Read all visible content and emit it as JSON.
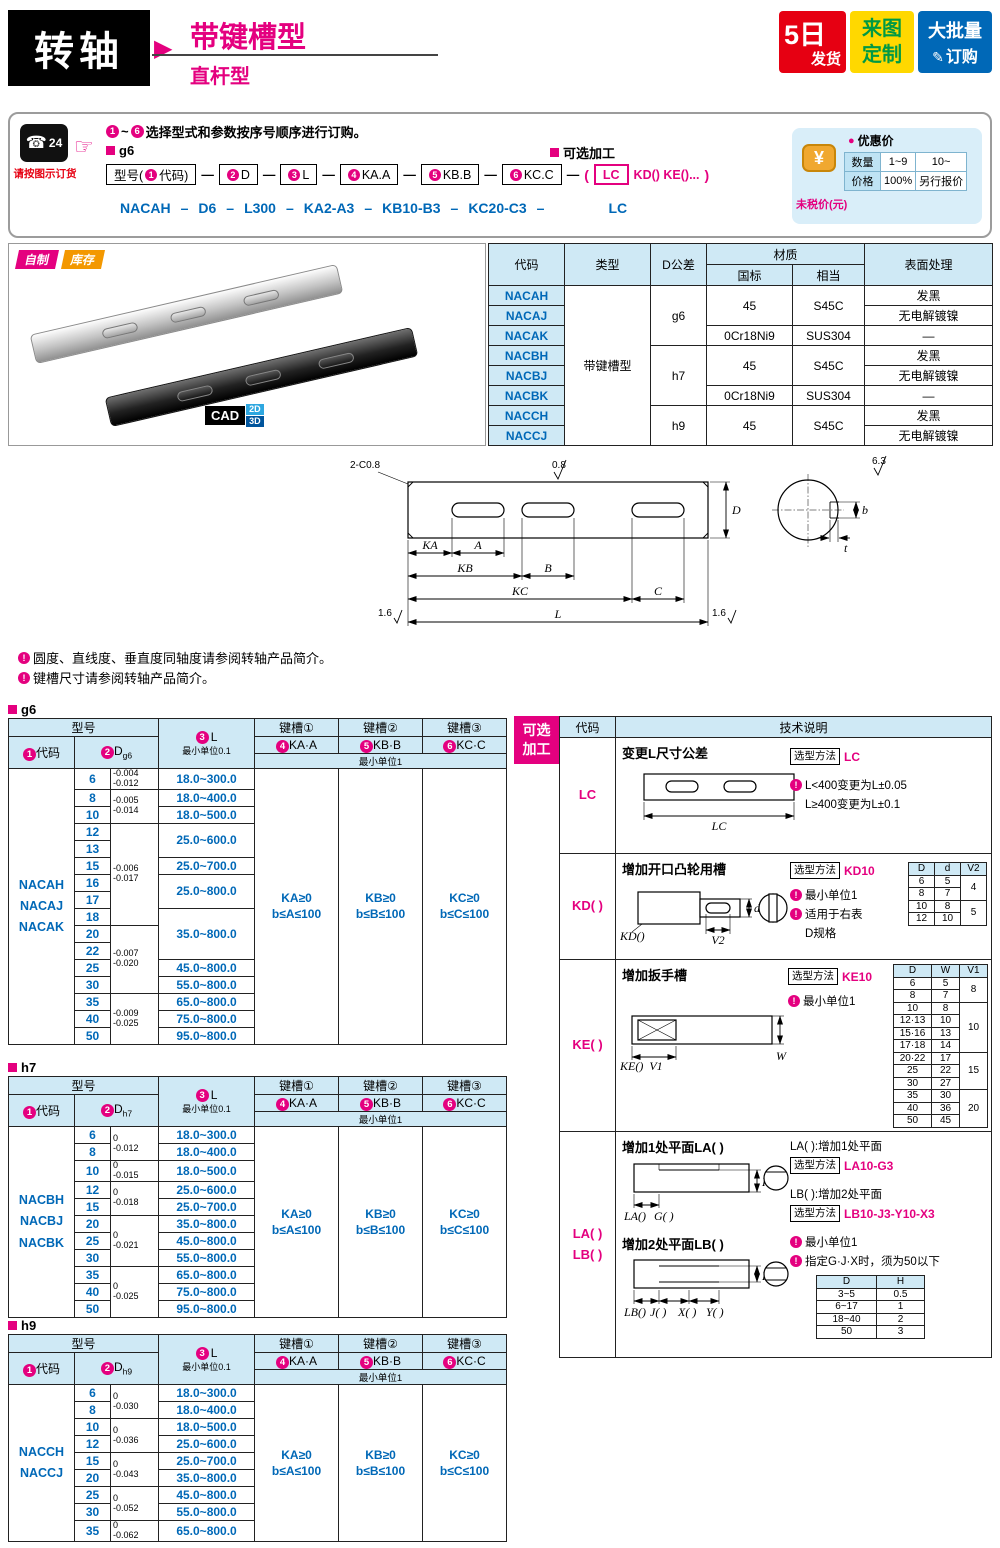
{
  "icons": {
    "arrow_right": "▶",
    "pointer_hand": "☞",
    "phone": "☎",
    "pen": "✎",
    "dot": "●",
    "note": "!"
  },
  "header": {
    "category": "转轴",
    "title": "带键槽型",
    "subtitle": "直杆型",
    "badge_ship_big": "5日",
    "badge_ship_small": "发货",
    "badge_custom_1": "来图",
    "badge_custom_2": "定制",
    "badge_bulk_1": "大批量",
    "badge_bulk_2": "订购"
  },
  "ordering": {
    "phone_24": "24",
    "phone_label": "请按图示订货",
    "ins_num_1": "1",
    "ins_num_2": "6",
    "ins_tilde": "~",
    "instruction": "选择型式和参数按序号顺序进行订购。",
    "g6_label": "g6",
    "optional_label": "可选加工",
    "boxes": [
      {
        "pre": "型号(",
        "num": "1",
        "post": "代码)"
      },
      {
        "num": "2",
        "post": "D"
      },
      {
        "num": "3",
        "post": "L"
      },
      {
        "num": "4",
        "post": "KA.A"
      },
      {
        "num": "5",
        "post": "KB.B"
      },
      {
        "num": "6",
        "post": "KC.C"
      }
    ],
    "dash": "—",
    "paren_open": "(",
    "paren_close": ")",
    "lc_box": "LC",
    "kdke": "KD()  KE()...",
    "example": [
      "NACAH",
      "D6",
      "L300",
      "KA2-A3",
      "KB10-B3",
      "KC20-C3",
      "LC"
    ],
    "example_dash": "–",
    "price": {
      "coin": "¥",
      "title": "优惠价",
      "qty_label": "数量",
      "qty_1": "1~9",
      "qty_2": "10~",
      "price_label": "价格",
      "price_1": "100%",
      "price_2": "另行报价",
      "note": "未税价(元)"
    }
  },
  "product": {
    "badge_self": "自制",
    "badge_stock": "库存",
    "cad": "CAD",
    "cad_2d": "2D",
    "cad_3d": "3D"
  },
  "spec": {
    "h_code": "代码",
    "h_type": "类型",
    "h_tol": "D公差",
    "h_mat": "材质",
    "h_gb": "国标",
    "h_eq": "相当",
    "h_surface": "表面处理",
    "type_value": "带键槽型",
    "rows": [
      {
        "code": "NACAH",
        "surface": "发黑"
      },
      {
        "code": "NACAJ",
        "surface": "无电解镀镍"
      },
      {
        "code": "NACAK",
        "surface": "—"
      },
      {
        "code": "NACBH",
        "surface": "发黑"
      },
      {
        "code": "NACBJ",
        "surface": "无电解镀镍"
      },
      {
        "code": "NACBK",
        "surface": "—"
      },
      {
        "code": "NACCH",
        "surface": "发黑"
      },
      {
        "code": "NACCJ",
        "surface": "无电解镀镍"
      }
    ],
    "tol_groups": [
      {
        "start": 0,
        "span": 3,
        "tol": "g6"
      },
      {
        "start": 3,
        "span": 3,
        "tol": "h7"
      },
      {
        "start": 6,
        "span": 2,
        "tol": "h9"
      }
    ],
    "mat_groups": [
      {
        "start": 0,
        "span": 2,
        "gb": "45",
        "eq": "S45C"
      },
      {
        "start": 2,
        "span": 1,
        "gb": "0Cr18Ni9",
        "eq": "SUS304"
      },
      {
        "start": 3,
        "span": 2,
        "gb": "45",
        "eq": "S45C"
      },
      {
        "start": 5,
        "span": 1,
        "gb": "0Cr18Ni9",
        "eq": "SUS304"
      },
      {
        "start": 6,
        "span": 2,
        "gb": "45",
        "eq": "S45C"
      }
    ]
  },
  "drawing": {
    "chamfer": "2-C0.8",
    "ra_08": "0.8",
    "ra_63": "6.3",
    "ra_16_left": "1.6",
    "ra_16_right": "1.6",
    "dim_d": "D",
    "dim_b": "b",
    "dim_t": "t",
    "dim_ka": "KA",
    "dim_a": "A",
    "dim_kb": "KB",
    "dim_b2": "B",
    "dim_kc": "KC",
    "dim_c": "C",
    "dim_l": "L"
  },
  "notes": [
    "圆度、直线度、垂直度同轴度请参阅转轴产品简介。",
    "键槽尺寸请参阅转轴产品简介。"
  ],
  "dim_tables": [
    {
      "id": "g6",
      "section": "g6",
      "codes": [
        "NACAH",
        "NACAJ",
        "NACAK"
      ],
      "h_model": "型号",
      "h_code_num": "1",
      "h_code": "代码",
      "h_d_num": "2",
      "h_d": "D",
      "h_d_sub": "g6",
      "h_l_num": "3",
      "h_l": "L",
      "h_l_unit": "最小单位0.1",
      "h_key1": "键槽①",
      "h_key2": "键槽②",
      "h_key3": "键槽③",
      "h_ka_num": "4",
      "h_ka": "KA·A",
      "h_kb_num": "5",
      "h_kb": "KB·B",
      "h_kc_num": "6",
      "h_kc": "KC·C",
      "h_key_unit": "最小单位1",
      "ka_cell": [
        "KA≥0",
        "b≤A≤100"
      ],
      "kb_cell": [
        "KB≥0",
        "b≤B≤100"
      ],
      "kc_cell": [
        "KC≥0",
        "b≤C≤100"
      ],
      "rows": [
        {
          "d": "6",
          "tol": [
            "-0.004",
            "-0.012"
          ],
          "tolspan": 1,
          "l": "18.0~300.0",
          "lspan": 1
        },
        {
          "d": "8",
          "tol": [
            "-0.005",
            "-0.014"
          ],
          "tolspan": 2,
          "l": "18.0~400.0",
          "lspan": 1
        },
        {
          "d": "10",
          "l": "18.0~500.0",
          "lspan": 1
        },
        {
          "d": "12",
          "tol": [
            "-0.006",
            "-0.017"
          ],
          "tolspan": 6,
          "l": "25.0~600.0",
          "lspan": 2
        },
        {
          "d": "13"
        },
        {
          "d": "15",
          "l": "25.0~700.0",
          "lspan": 1
        },
        {
          "d": "16",
          "l": "25.0~800.0",
          "lspan": 2
        },
        {
          "d": "17"
        },
        {
          "d": "18",
          "l": "35.0~800.0",
          "lspan": 3
        },
        {
          "d": "20",
          "tol": [
            "-0.007",
            "-0.020"
          ],
          "tolspan": 4
        },
        {
          "d": "22"
        },
        {
          "d": "25",
          "l": "45.0~800.0",
          "lspan": 1
        },
        {
          "d": "30",
          "l": "55.0~800.0",
          "lspan": 1
        },
        {
          "d": "35",
          "tol": [
            "-0.009",
            "-0.025"
          ],
          "tolspan": 3,
          "l": "65.0~800.0",
          "lspan": 1
        },
        {
          "d": "40",
          "l": "75.0~800.0",
          "lspan": 1
        },
        {
          "d": "50",
          "l": "95.0~800.0",
          "lspan": 1
        }
      ]
    },
    {
      "id": "h7",
      "section": "h7",
      "codes": [
        "NACBH",
        "NACBJ",
        "NACBK"
      ],
      "h_model": "型号",
      "h_code_num": "1",
      "h_code": "代码",
      "h_d_num": "2",
      "h_d": "D",
      "h_d_sub": "h7",
      "h_l_num": "3",
      "h_l": "L",
      "h_l_unit": "最小单位0.1",
      "h_key1": "键槽①",
      "h_key2": "键槽②",
      "h_key3": "键槽③",
      "h_ka_num": "4",
      "h_ka": "KA·A",
      "h_kb_num": "5",
      "h_kb": "KB·B",
      "h_kc_num": "6",
      "h_kc": "KC·C",
      "h_key_unit": "最小单位1",
      "ka_cell": [
        "KA≥0",
        "b≤A≤100"
      ],
      "kb_cell": [
        "KB≥0",
        "b≤B≤100"
      ],
      "kc_cell": [
        "KC≥0",
        "b≤C≤100"
      ],
      "rows": [
        {
          "d": "6",
          "tol": [
            "0",
            "-0.012"
          ],
          "tolspan": 2,
          "l": "18.0~300.0",
          "lspan": 1
        },
        {
          "d": "8",
          "l": "18.0~400.0",
          "lspan": 1
        },
        {
          "d": "10",
          "tol": [
            "0",
            "-0.015"
          ],
          "tolspan": 1,
          "l": "18.0~500.0",
          "lspan": 1
        },
        {
          "d": "12",
          "tol": [
            "0",
            "-0.018"
          ],
          "tolspan": 2,
          "l": "25.0~600.0",
          "lspan": 1
        },
        {
          "d": "15",
          "l": "25.0~700.0",
          "lspan": 1
        },
        {
          "d": "20",
          "tol": [
            "0",
            "-0.021"
          ],
          "tolspan": 3,
          "l": "35.0~800.0",
          "lspan": 1
        },
        {
          "d": "25",
          "l": "45.0~800.0",
          "lspan": 1
        },
        {
          "d": "30",
          "l": "55.0~800.0",
          "lspan": 1
        },
        {
          "d": "35",
          "tol": [
            "0",
            "-0.025"
          ],
          "tolspan": 3,
          "l": "65.0~800.0",
          "lspan": 1
        },
        {
          "d": "40",
          "l": "75.0~800.0",
          "lspan": 1
        },
        {
          "d": "50",
          "l": "95.0~800.0",
          "lspan": 1
        }
      ]
    },
    {
      "id": "h9",
      "section": "h9",
      "codes": [
        "NACCH",
        "NACCJ"
      ],
      "h_model": "型号",
      "h_code_num": "1",
      "h_code": "代码",
      "h_d_num": "2",
      "h_d": "D",
      "h_d_sub": "h9",
      "h_l_num": "3",
      "h_l": "L",
      "h_l_unit": "最小单位0.1",
      "h_key1": "键槽①",
      "h_key2": "键槽②",
      "h_key3": "键槽③",
      "h_ka_num": "4",
      "h_ka": "KA·A",
      "h_kb_num": "5",
      "h_kb": "KB·B",
      "h_kc_num": "6",
      "h_kc": "KC·C",
      "h_key_unit": "最小单位1",
      "ka_cell": [
        "KA≥0",
        "b≤A≤100"
      ],
      "kb_cell": [
        "KB≥0",
        "b≤B≤100"
      ],
      "kc_cell": [
        "KC≥0",
        "b≤C≤100"
      ],
      "rows": [
        {
          "d": "6",
          "tol": [
            "0",
            "-0.030"
          ],
          "tolspan": 2,
          "l": "18.0~300.0",
          "lspan": 1
        },
        {
          "d": "8",
          "l": "18.0~400.0",
          "lspan": 1
        },
        {
          "d": "10",
          "tol": [
            "0",
            "-0.036"
          ],
          "tolspan": 2,
          "l": "18.0~500.0",
          "lspan": 1
        },
        {
          "d": "12",
          "l": "25.0~600.0",
          "lspan": 1
        },
        {
          "d": "15",
          "tol": [
            "0",
            "-0.043"
          ],
          "tolspan": 2,
          "l": "25.0~700.0",
          "lspan": 1
        },
        {
          "d": "20",
          "l": "35.0~800.0",
          "lspan": 1
        },
        {
          "d": "25",
          "tol": [
            "0",
            "-0.052"
          ],
          "tolspan": 2,
          "l": "45.0~800.0",
          "lspan": 1
        },
        {
          "d": "30",
          "l": "55.0~800.0",
          "lspan": 1
        },
        {
          "d": "35",
          "tol": [
            "0",
            "-0.062"
          ],
          "tolspan": 1,
          "l": "65.0~800.0",
          "lspan": 1
        }
      ]
    }
  ],
  "optional": {
    "tab_1": "可选",
    "tab_2": "加工",
    "h_code": "代码",
    "h_desc": "技术说明",
    "method_label": "选型方法",
    "lc": {
      "code": "LC",
      "title": "变更L尺寸公差",
      "method": "LC",
      "note_1": "L<400变更为L±0.05",
      "note_2": "L≥400变更为L±0.1",
      "lbl_lc": "LC"
    },
    "kd": {
      "code": "KD( )",
      "title": "增加开口凸轮用槽",
      "method": "KD10",
      "note_1": "最小单位1",
      "note_2a": "适用于右表",
      "note_2b": "D规格",
      "lbl_kd": "KD()",
      "lbl_v2": "V2",
      "lbl_d": "d",
      "mini": {
        "h": [
          "D",
          "d",
          "V2"
        ],
        "rows": [
          [
            "6",
            "5"
          ],
          [
            "8",
            "7"
          ],
          [
            "10",
            "8"
          ],
          [
            "12",
            "10"
          ]
        ],
        "v": [
          {
            "start": 0,
            "span": 2,
            "val": "4"
          },
          {
            "start": 2,
            "span": 2,
            "val": "5"
          }
        ]
      }
    },
    "ke": {
      "code": "KE( )",
      "title": "增加扳手槽",
      "method": "KE10",
      "note_1": "最小单位1",
      "lbl_ke": "KE()",
      "lbl_v1": "V1",
      "lbl_w": "W",
      "mini": {
        "h": [
          "D",
          "W",
          "V1"
        ],
        "rows": [
          [
            "6",
            "5"
          ],
          [
            "8",
            "7"
          ],
          [
            "10",
            "8"
          ],
          [
            "12·13",
            "10"
          ],
          [
            "15·16",
            "13"
          ],
          [
            "17·18",
            "14"
          ],
          [
            "20·22",
            "17"
          ],
          [
            "25",
            "22"
          ],
          [
            "30",
            "27"
          ],
          [
            "35",
            "30"
          ],
          [
            "40",
            "36"
          ],
          [
            "50",
            "45"
          ]
        ],
        "v": [
          {
            "start": 0,
            "span": 2,
            "val": "8"
          },
          {
            "start": 2,
            "span": 4,
            "val": "10"
          },
          {
            "start": 6,
            "span": 3,
            "val": "15"
          },
          {
            "start": 9,
            "span": 3,
            "val": "20"
          }
        ]
      }
    },
    "lab": {
      "code_1": "LA( )",
      "code_2": "LB( )",
      "title_a": "增加1处平面LA( )",
      "title_b": "增加2处平面LB( )",
      "desc_a": "LA( ):增加1处平面",
      "method_a": "LA10-G3",
      "desc_b": "LB( ):增加2处平面",
      "method_b": "LB10-J3-Y10-X3",
      "note_1": "最小单位1",
      "note_2": "指定G·J·X时，须为50以下",
      "lbl_la": "LA()",
      "lbl_g": "G( )",
      "lbl_h_a": "H",
      "lbl_lb": "LB()",
      "lbl_j": "J( )",
      "lbl_x": "X( )",
      "lbl_y": "Y( )",
      "lbl_h_b": "H",
      "mini": {
        "h": [
          "D",
          "H"
        ],
        "rows": [
          [
            "3~5",
            "0.5"
          ],
          [
            "6~17",
            "1"
          ],
          [
            "18~40",
            "2"
          ],
          [
            "50",
            "3"
          ]
        ]
      }
    }
  }
}
